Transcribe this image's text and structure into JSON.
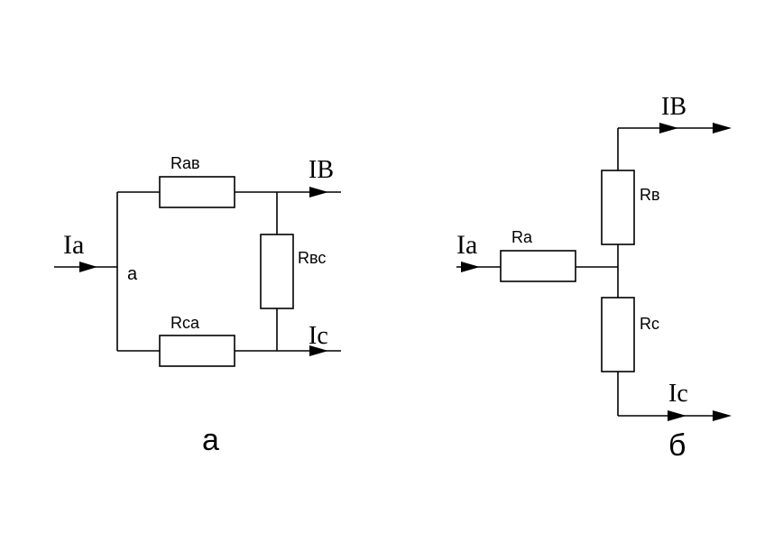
{
  "circuit_a": {
    "labels": {
      "ia": "Ia",
      "ib": "IB",
      "ic": "Ic",
      "rab": "Rав",
      "rbc": "Rвс",
      "rca": "Rса",
      "node_a": "а"
    },
    "caption": "а"
  },
  "circuit_b": {
    "labels": {
      "ia": "Ia",
      "ib": "IB",
      "ic": "Ic",
      "ra": "Ra",
      "rb": "Rв",
      "rc": "Rс"
    },
    "caption": "б"
  }
}
